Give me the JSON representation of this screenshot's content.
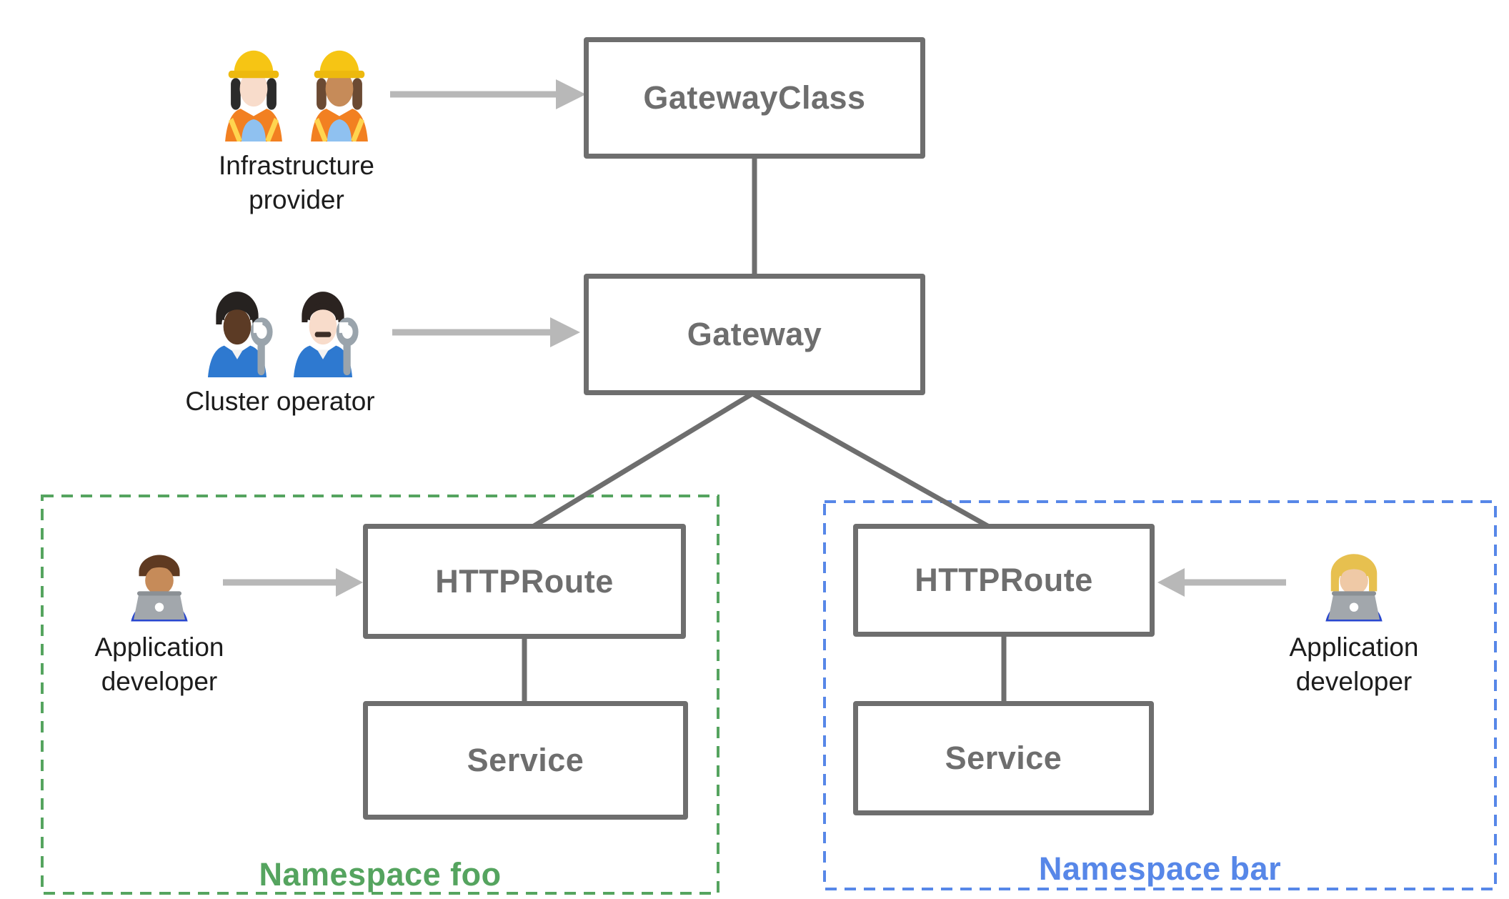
{
  "diagram": {
    "background": "#ffffff"
  },
  "colors": {
    "node_border": "#6e6e6e",
    "node_text": "#6e6e6e",
    "connector": "#6e6e6e",
    "arrow": "#b8b8b8",
    "persona_text": "#1c1c1c",
    "namespace_foo_accent": "#55a45f",
    "namespace_bar_accent": "#5787e8"
  },
  "nodes": {
    "gateway_class": {
      "label": "GatewayClass"
    },
    "gateway": {
      "label": "Gateway"
    },
    "httproute_foo": {
      "label": "HTTPRoute"
    },
    "service_foo": {
      "label": "Service"
    },
    "httproute_bar": {
      "label": "HTTPRoute"
    },
    "service_bar": {
      "label": "Service"
    }
  },
  "personas": {
    "infrastructure_provider": {
      "label": "Infrastructure provider",
      "emoji": "👷🏻‍♀️ 👷🏽‍♀️",
      "icons": [
        "woman-construction-worker-light-icon",
        "woman-construction-worker-medium-icon"
      ]
    },
    "cluster_operator": {
      "label": "Cluster operator",
      "emoji": "🧑🏿‍🔧 👨🏻‍🔧",
      "icons": [
        "person-mechanic-dark-icon",
        "man-mechanic-light-icon"
      ]
    },
    "app_developer_foo": {
      "label": "Application developer",
      "emoji": "👨🏽‍💻",
      "icons": [
        "man-technologist-icon"
      ]
    },
    "app_developer_bar": {
      "label": "Application developer",
      "emoji": "👩🏼‍💻",
      "icons": [
        "woman-technologist-icon"
      ]
    }
  },
  "namespaces": {
    "foo": {
      "label": "Namespace foo"
    },
    "bar": {
      "label": "Namespace bar"
    }
  }
}
